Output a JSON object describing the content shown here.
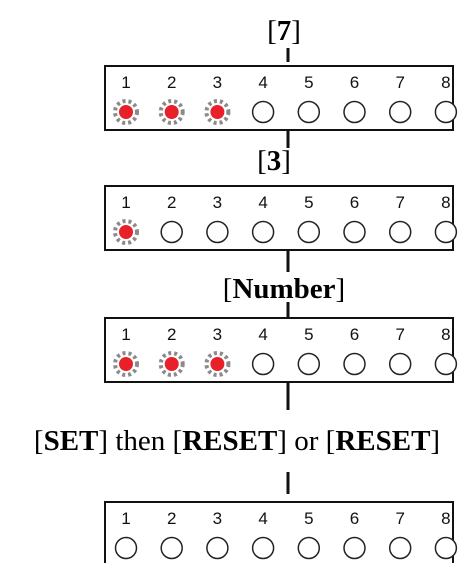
{
  "steps": [
    {
      "key": "7",
      "led_numbers": [
        "1",
        "2",
        "3",
        "4",
        "5",
        "6",
        "7",
        "8"
      ],
      "lit": [
        true,
        true,
        true,
        false,
        false,
        false,
        false,
        false
      ]
    },
    {
      "key": "3",
      "led_numbers": [
        "1",
        "2",
        "3",
        "4",
        "5",
        "6",
        "7",
        "8"
      ],
      "lit": [
        true,
        false,
        false,
        false,
        false,
        false,
        false,
        false
      ]
    },
    {
      "key": "Number",
      "led_numbers": [
        "1",
        "2",
        "3",
        "4",
        "5",
        "6",
        "7",
        "8"
      ],
      "lit": [
        true,
        true,
        true,
        false,
        false,
        false,
        false,
        false
      ]
    },
    {
      "key_sequence": {
        "open1": "[",
        "key1": "SET",
        "close1": "]",
        "then_text": " then ",
        "open2": "[",
        "key2": "RESET",
        "close2": "]",
        "or_text": " or ",
        "open3": "[",
        "key3": "RESET",
        "close3": "]"
      },
      "led_numbers": [
        "1",
        "2",
        "3",
        "4",
        "5",
        "6",
        "7",
        "8"
      ],
      "lit": [
        false,
        false,
        false,
        false,
        false,
        false,
        false,
        false
      ]
    }
  ],
  "colors": {
    "lit_led": "#e8202a",
    "lit_glow": "#8a8a8a",
    "unlit_led_stroke": "#222222",
    "panel_stroke": "#111111"
  }
}
